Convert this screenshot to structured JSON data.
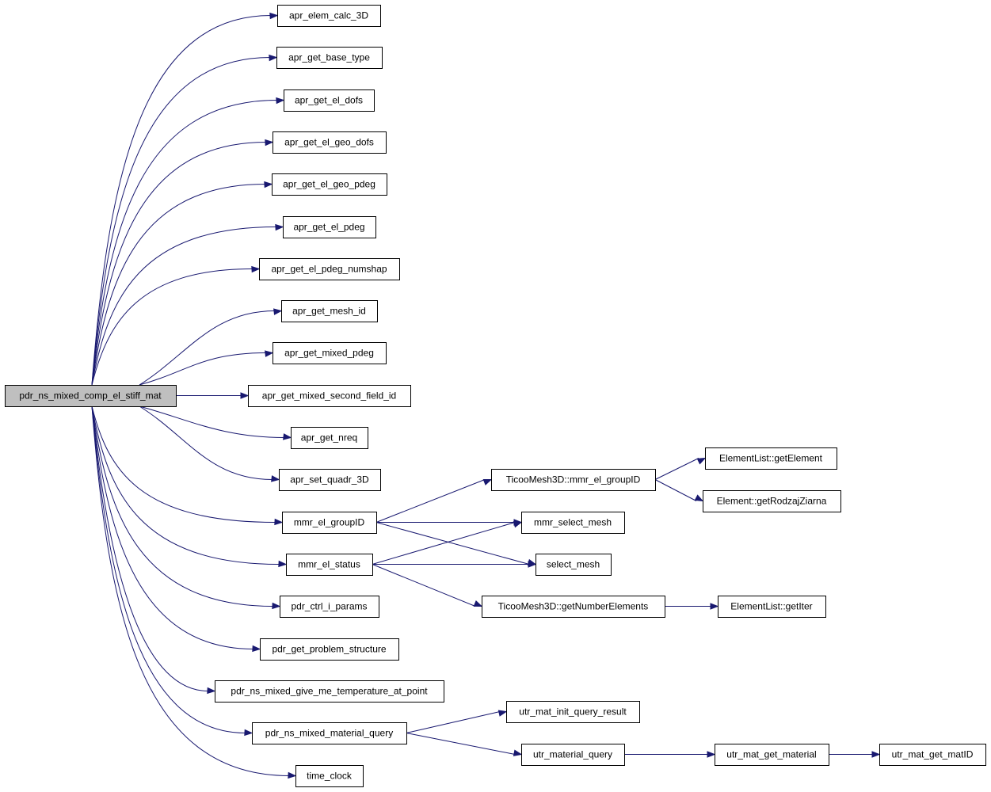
{
  "graph": {
    "type": "call-graph",
    "edge_color": "#191970",
    "root_fill": "#bfbfbf",
    "nodes": [
      {
        "id": "root",
        "label": "pdr_ns_mixed_comp_el_stiff_mat"
      },
      {
        "id": "n1",
        "label": "apr_elem_calc_3D"
      },
      {
        "id": "n2",
        "label": "apr_get_base_type"
      },
      {
        "id": "n3",
        "label": "apr_get_el_dofs"
      },
      {
        "id": "n4",
        "label": "apr_get_el_geo_dofs"
      },
      {
        "id": "n5",
        "label": "apr_get_el_geo_pdeg"
      },
      {
        "id": "n6",
        "label": "apr_get_el_pdeg"
      },
      {
        "id": "n7",
        "label": "apr_get_el_pdeg_numshap"
      },
      {
        "id": "n8",
        "label": "apr_get_mesh_id"
      },
      {
        "id": "n9",
        "label": "apr_get_mixed_pdeg"
      },
      {
        "id": "n10",
        "label": "apr_get_mixed_second_field_id"
      },
      {
        "id": "n11",
        "label": "apr_get_nreq"
      },
      {
        "id": "n12",
        "label": "apr_set_quadr_3D"
      },
      {
        "id": "n13",
        "label": "mmr_el_groupID"
      },
      {
        "id": "n14",
        "label": "mmr_el_status"
      },
      {
        "id": "n15",
        "label": "pdr_ctrl_i_params"
      },
      {
        "id": "n16",
        "label": "pdr_get_problem_structure"
      },
      {
        "id": "n17",
        "label": "pdr_ns_mixed_give_me_temperature_at_point"
      },
      {
        "id": "n18",
        "label": "pdr_ns_mixed_material_query"
      },
      {
        "id": "n19",
        "label": "time_clock"
      },
      {
        "id": "n20",
        "label": "TicooMesh3D::mmr_el_groupID"
      },
      {
        "id": "n21",
        "label": "mmr_select_mesh"
      },
      {
        "id": "n22",
        "label": "select_mesh"
      },
      {
        "id": "n23",
        "label": "TicooMesh3D::getNumberElements"
      },
      {
        "id": "n24",
        "label": "ElementList::getElement"
      },
      {
        "id": "n25",
        "label": "Element::getRodzajZiarna"
      },
      {
        "id": "n26",
        "label": "ElementList::getIter"
      },
      {
        "id": "n27",
        "label": "utr_mat_init_query_result"
      },
      {
        "id": "n28",
        "label": "utr_material_query"
      },
      {
        "id": "n29",
        "label": "utr_mat_get_material"
      },
      {
        "id": "n30",
        "label": "utr_mat_get_matID"
      }
    ],
    "edges": [
      [
        "root",
        "n1"
      ],
      [
        "root",
        "n2"
      ],
      [
        "root",
        "n3"
      ],
      [
        "root",
        "n4"
      ],
      [
        "root",
        "n5"
      ],
      [
        "root",
        "n6"
      ],
      [
        "root",
        "n7"
      ],
      [
        "root",
        "n8"
      ],
      [
        "root",
        "n9"
      ],
      [
        "root",
        "n10"
      ],
      [
        "root",
        "n11"
      ],
      [
        "root",
        "n12"
      ],
      [
        "root",
        "n13"
      ],
      [
        "root",
        "n14"
      ],
      [
        "root",
        "n15"
      ],
      [
        "root",
        "n16"
      ],
      [
        "root",
        "n17"
      ],
      [
        "root",
        "n18"
      ],
      [
        "root",
        "n19"
      ],
      [
        "n13",
        "n20"
      ],
      [
        "n13",
        "n21"
      ],
      [
        "n13",
        "n22"
      ],
      [
        "n14",
        "n21"
      ],
      [
        "n14",
        "n22"
      ],
      [
        "n14",
        "n23"
      ],
      [
        "n20",
        "n24"
      ],
      [
        "n20",
        "n25"
      ],
      [
        "n23",
        "n26"
      ],
      [
        "n18",
        "n27"
      ],
      [
        "n18",
        "n28"
      ],
      [
        "n28",
        "n29"
      ],
      [
        "n29",
        "n30"
      ]
    ]
  }
}
